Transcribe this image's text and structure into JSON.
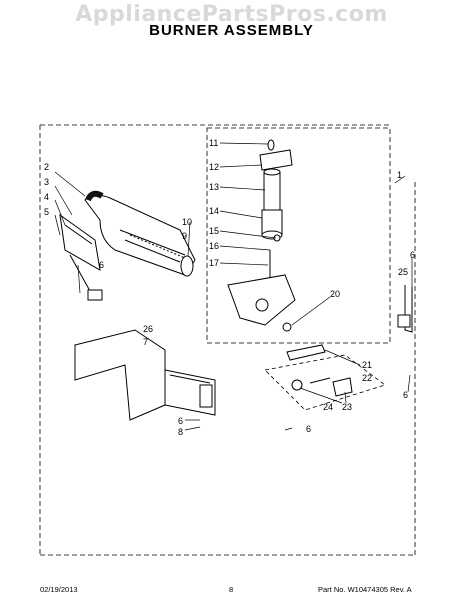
{
  "watermark": "AppliancePartsPros.com",
  "page": {
    "title": "BURNER ASSEMBLY"
  },
  "callouts": {
    "c1": "1",
    "c2": "2",
    "c3": "3",
    "c4": "4",
    "c5": "5",
    "c6a": "6",
    "c6b": "6",
    "c6c": "6",
    "c6d": "6",
    "c6e": "6",
    "c7": "7",
    "c8": "8",
    "c9": "9",
    "c10": "10",
    "c11": "11",
    "c12": "12",
    "c13": "13",
    "c14": "14",
    "c15": "15",
    "c16": "16",
    "c17": "17",
    "c20": "20",
    "c21": "21",
    "c22": "22",
    "c23": "23",
    "c24": "24",
    "c25": "25",
    "c26": "26"
  },
  "footer": {
    "date": "02/19/2013",
    "page_number": "8",
    "part_no": "Part No. W10474305  Rev. A"
  }
}
